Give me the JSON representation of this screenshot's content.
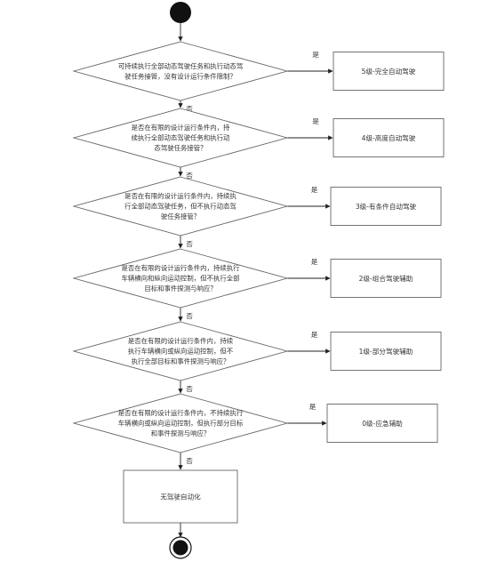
{
  "labels": {
    "yes": "是",
    "no": "否"
  },
  "decisions": [
    {
      "lines": [
        "可持续执行全部动态驾驶任务和执行动态驾",
        "驶任务接管，没有设计运行条件限制？"
      ]
    },
    {
      "lines": [
        "是否在有限的设计运行条件内，持",
        "续执行全部动态驾驶任务和执行动",
        "态驾驶任务接管？"
      ]
    },
    {
      "lines": [
        "是否在有限的设计运行条件内，持续执",
        "行全部动态驾驶任务，但不执行动态驾",
        "驶任务接管？"
      ]
    },
    {
      "lines": [
        "是否在有限的设计运行条件内，持续执行",
        "车辆横向和纵向运动控制，但不执行全部",
        "目标和事件探测与响应？"
      ]
    },
    {
      "lines": [
        "是否在有限的设计运行条件内，持续",
        "执行车辆横向或纵向运动控制，但不",
        "执行全部目标和事件探测与响应？"
      ]
    },
    {
      "lines": [
        "是否在有限的设计运行条件内，不持续执行",
        "车辆横向或纵向运动控制，但执行部分目标",
        "和事件探测与响应？"
      ]
    }
  ],
  "levels": [
    "5级-完全自动驾驶",
    "4级-高度自动驾驶",
    "3级-有条件自动驾驶",
    "2级-组合驾驶辅助",
    "1级-部分驾驶辅助",
    "0级-应急辅助"
  ],
  "final_box": "无驾驶自动化"
}
